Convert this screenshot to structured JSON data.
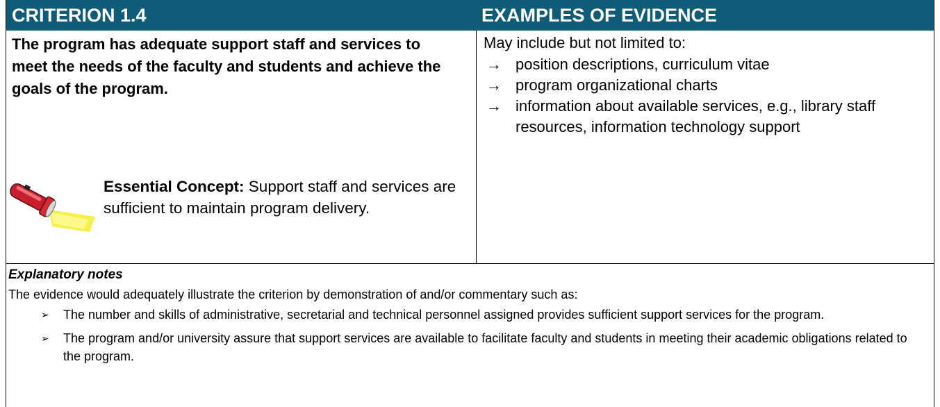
{
  "headers": {
    "criterion": "CRITERION 1.4",
    "evidence": "EXAMPLES OF EVIDENCE"
  },
  "criterion_text": "The program has adequate support staff and services to meet the needs of the faculty and students and achieve the goals of the program.",
  "concept": {
    "label": "Essential Concept:",
    "text": " Support staff and services are sufficient to maintain program delivery.",
    "icon": "flashlight-icon"
  },
  "evidence": {
    "intro": "May include but not limited to:",
    "bullet_symbol": "→",
    "items": [
      "position descriptions, curriculum vitae",
      "program organizational charts",
      "information about available services, e.g., library staff resources, information technology support"
    ]
  },
  "notes": {
    "title": "Explanatory notes",
    "intro": "The evidence would adequately illustrate the criterion by demonstration of and/or commentary such as:",
    "bullet_symbol": "➢",
    "items": [
      "The number and skills of administrative, secretarial and technical personnel assigned provides sufficient support services for the program.",
      "The program and/or university assure that support services are available to facilitate faculty and students in meeting their academic obligations related to the program."
    ]
  },
  "colors": {
    "header_bg": "#0f5c78",
    "header_text": "#ffffff"
  }
}
